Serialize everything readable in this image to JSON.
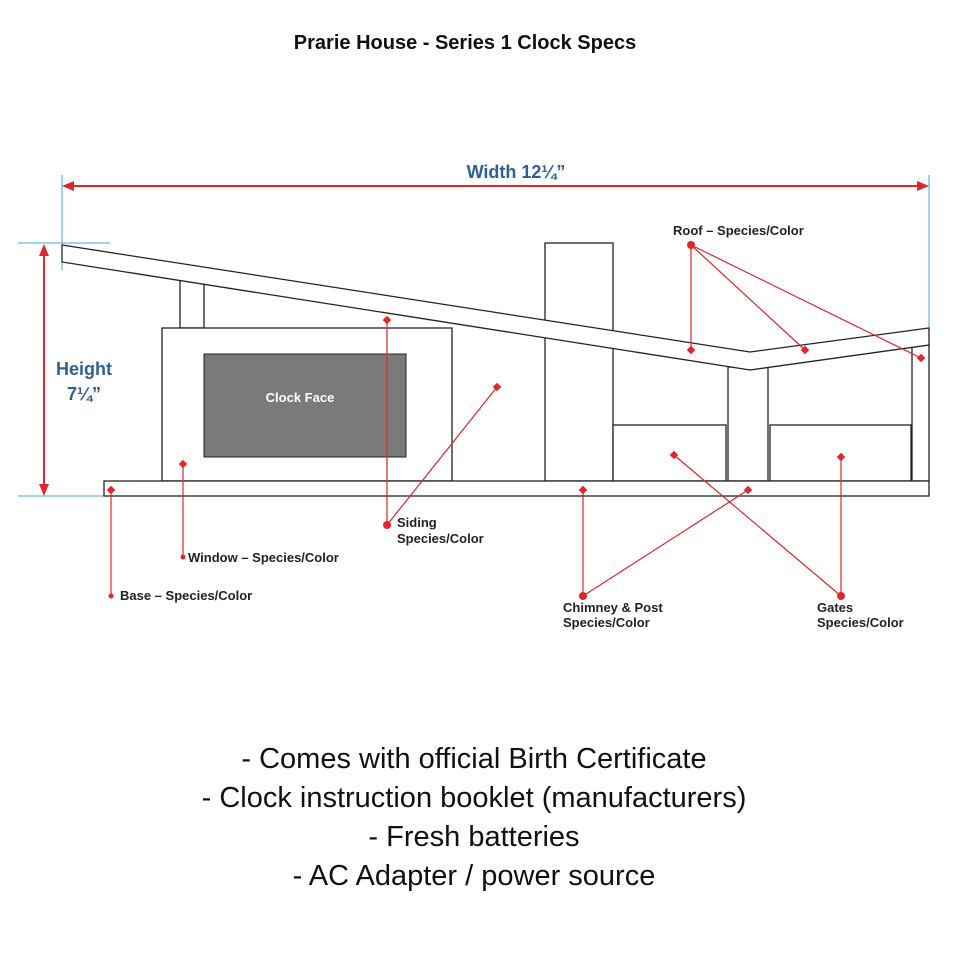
{
  "title": "Prarie House - Series 1 Clock Specs",
  "dimensions": {
    "width_label": "Width 12¼”",
    "height_label_line1": "Height",
    "height_label_line2": "7¼”"
  },
  "clock_face_label": "Clock Face",
  "callouts": {
    "roof": "Roof – Species/Color",
    "siding_line1": "Siding",
    "siding_line2": "Species/Color",
    "window": "Window – Species/Color",
    "base": "Base – Species/Color",
    "chimney_line1": "Chimney & Post",
    "chimney_line2": "Species/Color",
    "gates_line1": "Gates",
    "gates_line2": "Species/Color"
  },
  "notes": [
    "- Comes with official Birth Certificate",
    "- Clock instruction booklet (manufacturers)",
    "- Fresh batteries",
    "- AC Adapter / power source"
  ],
  "colors": {
    "dimension_blue": "#2f5f94",
    "callout_red": "#e0262b",
    "clock_face_gray": "#7a7a7a"
  }
}
